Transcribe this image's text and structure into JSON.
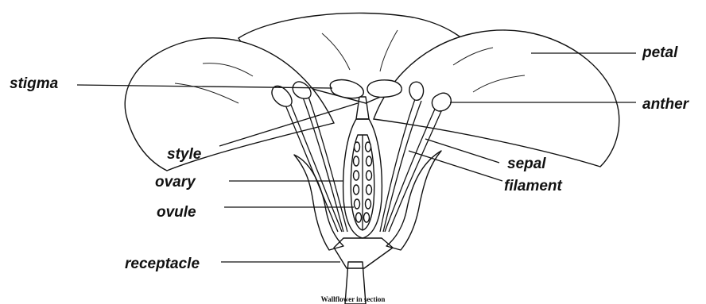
{
  "labels": {
    "stigma": "stigma",
    "style": "style",
    "ovary": "ovary",
    "ovule": "ovule",
    "receptacle": "receptacle",
    "petal": "petal",
    "anther": "anther",
    "sepal": "sepal",
    "filament": "filament"
  },
  "caption": "Wallflower in section"
}
